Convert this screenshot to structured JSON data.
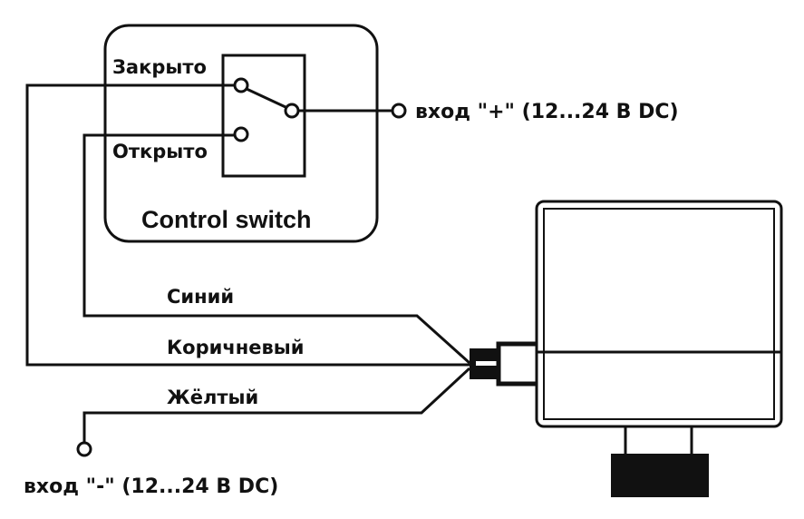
{
  "diagram": {
    "type": "wiring-diagram",
    "control_switch": {
      "title": "Control switch",
      "positions": {
        "closed": "Закрыто",
        "open": "Открыто"
      }
    },
    "inputs": {
      "positive": "вход \"+\" (12...24 В DC)",
      "negative": "вход \"-\" (12...24 В DC)"
    },
    "wires": [
      {
        "id": "blue",
        "label": "Синий",
        "connects": "Открыто"
      },
      {
        "id": "brown",
        "label": "Коричневый",
        "connects": "Закрыто"
      },
      {
        "id": "yellow",
        "label": "Жёлтый",
        "connects": "вход \"-\""
      }
    ],
    "device": "actuator",
    "colors": {
      "line": "#111111",
      "background": "#ffffff"
    }
  }
}
